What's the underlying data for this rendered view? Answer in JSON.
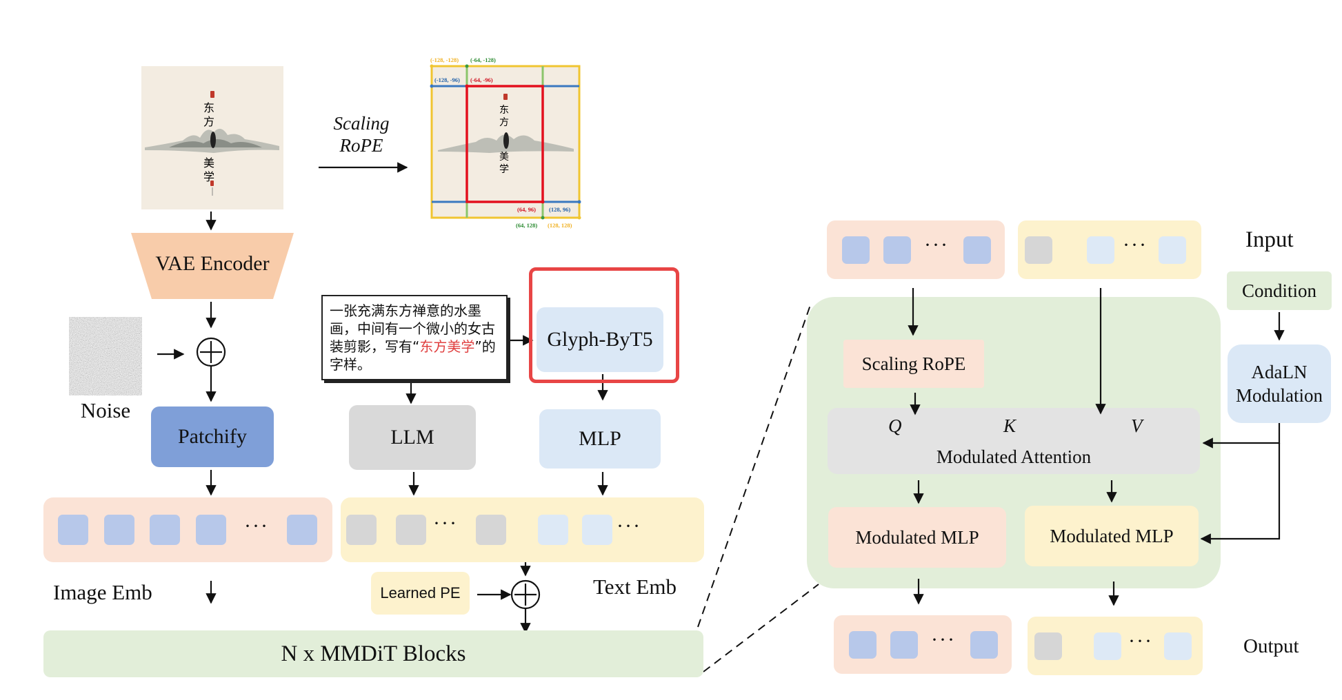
{
  "labels": {
    "scaling_rope_arrow": [
      "Scaling",
      "RoPE"
    ],
    "vae_encoder": "VAE Encoder",
    "noise": "Noise",
    "patchify": "Patchify",
    "llm": "LLM",
    "glyph_byt5": "Glyph-ByT5",
    "mlp": "MLP",
    "image_emb": "Image Emb",
    "text_emb": "Text Emb",
    "learned_pe": "Learned PE",
    "mmdit_blocks": "N x MMDiT Blocks",
    "input": "Input",
    "condition": "Condition",
    "adaln_modulation": [
      "AdaLN",
      "Modulation"
    ],
    "scaling_rope_box": "Scaling RoPE",
    "q": "Q",
    "k": "K",
    "v": "V",
    "modulated_attention": "Modulated Attention",
    "modulated_mlp_left": "Modulated MLP",
    "modulated_mlp_right": "Modulated MLP",
    "output": "Output",
    "ellipsis": "···"
  },
  "prompt_text": {
    "before": "一张充满东方禅意的水墨画，中间有一个微小的女古装剪影，写有“",
    "highlight": "东方美学",
    "after": "”的字样。"
  },
  "painting": {
    "glyphs": [
      "东",
      "方",
      "美",
      "学"
    ]
  },
  "rope_coords": {
    "yellow_tl": "(-128, -128)",
    "green_tl": "(-64, -128)",
    "blue_tl": "(-128, -96)",
    "red_tl": "(-64, -96)",
    "red_br": "(64, 96)",
    "blue_br": "(128, 96)",
    "green_br": "(64, 128)",
    "yellow_br": "(128, 128)"
  },
  "colors": {
    "peach": "#f8ccaa",
    "patchify_blue": "#7f9fd8",
    "llm_gray": "#d9d9d9",
    "light_blue": "#dbe8f6",
    "token_blue": "#b7c8ea",
    "green_block": "#e2eed9",
    "yellow_strip": "#fdf2cd",
    "peach_strip": "#fbe3d6",
    "highlight_red": "#e04040",
    "frame_yellow": "#f0c531",
    "frame_blue": "#3a78c0",
    "frame_green": "#8bc56a",
    "frame_red": "#e3101e"
  }
}
